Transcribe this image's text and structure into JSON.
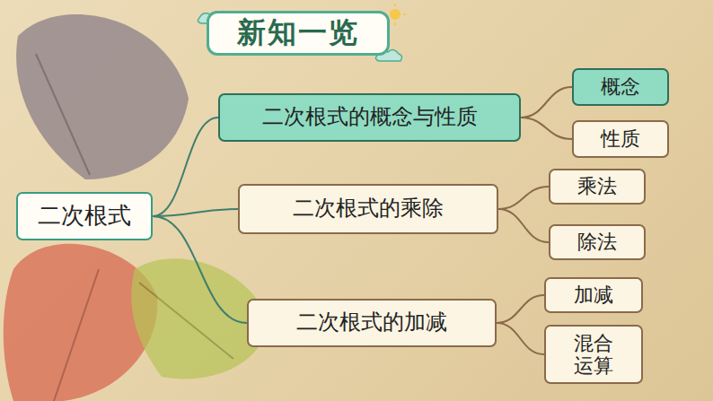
{
  "diagram": {
    "title": "新知一览",
    "nodes": [
      {
        "text": [
          "二次根式"
        ]
      },
      {
        "text": [
          "二次根式的概念与性质"
        ]
      },
      {
        "text": [
          "概念"
        ]
      },
      {
        "text": [
          "性质"
        ]
      },
      {
        "text": [
          "二次根式的乘除"
        ]
      },
      {
        "text": [
          "乘法"
        ]
      },
      {
        "text": [
          "除法"
        ]
      },
      {
        "text": [
          "二次根式的加减"
        ]
      },
      {
        "text": [
          "加减"
        ]
      },
      {
        "text": [
          "混合 运算"
        ]
      }
    ],
    "edges": [
      {
        "from": 0,
        "to": 1,
        "arrow": "none"
      },
      {
        "from": 0,
        "to": 4,
        "arrow": "none"
      },
      {
        "from": 0,
        "to": 7,
        "arrow": "none"
      },
      {
        "from": 1,
        "to": 2,
        "arrow": "none"
      },
      {
        "from": 1,
        "to": 3,
        "arrow": "none"
      },
      {
        "from": 4,
        "to": 5,
        "arrow": "none"
      },
      {
        "from": 4,
        "to": 6,
        "arrow": "none"
      },
      {
        "from": 7,
        "to": 8,
        "arrow": "none"
      },
      {
        "from": 7,
        "to": 9,
        "arrow": "none"
      }
    ]
  }
}
